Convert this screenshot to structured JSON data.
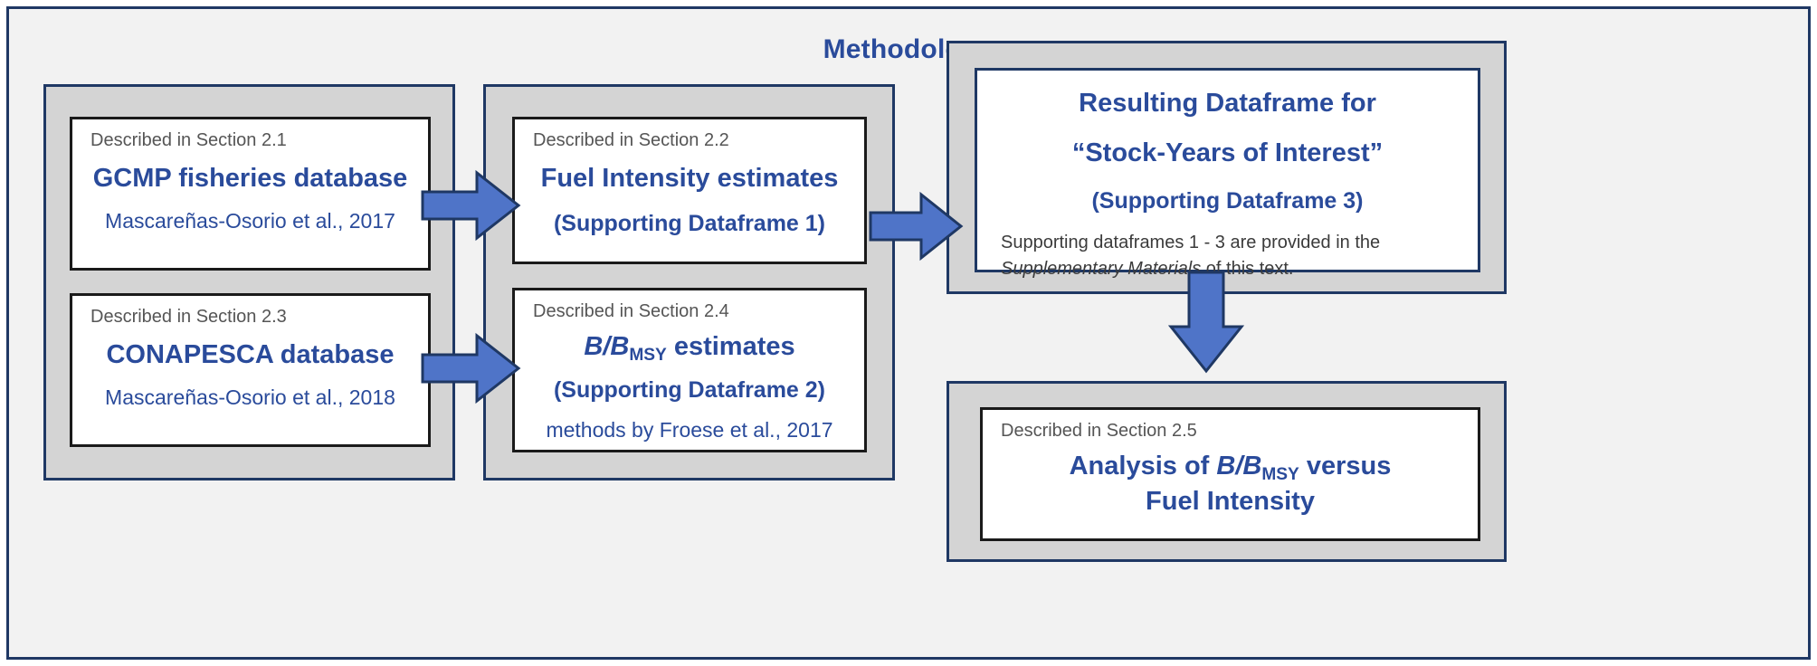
{
  "diagram": {
    "title": "Methodology",
    "accent_navy": "#1f3864",
    "accent_blue": "#2a4b9b",
    "arrow_fill": "#4f74c8",
    "panel_grey": "#d4d4d4",
    "canvas_bg": "#f2f2f2"
  },
  "inputs_group": {
    "gcmp_card": {
      "section": "Described in Section 2.1",
      "title": "GCMP fisheries database",
      "citation": "Mascareñas-Osorio et al., 2017"
    },
    "conapesca_card": {
      "section": "Described in Section 2.3",
      "title": "CONAPESCA database",
      "citation": "Mascareñas-Osorio et al., 2018"
    }
  },
  "estimates_group": {
    "fuel_card": {
      "section": "Described in Section 2.2",
      "title": "Fuel Intensity estimates",
      "subtitle": "(Supporting Dataframe 1)"
    },
    "bbmsy_card": {
      "section": "Described in Section 2.4",
      "title_prefix": "B/B",
      "title_subscript": "MSY",
      "title_suffix": " estimates",
      "subtitle": "(Supporting Dataframe 2)",
      "method_note": "methods by Froese et al., 2017"
    }
  },
  "results_group": {
    "dataframe_card": {
      "title_line1": "Resulting Dataframe for",
      "title_line2": "“Stock-Years of Interest”",
      "subtitle": "(Supporting Dataframe 3)",
      "note_part1": "Supporting dataframes 1 - 3 are provided in the ",
      "note_italic": "Supplementary Materials",
      "note_part2": " of this text."
    }
  },
  "analysis_group": {
    "analysis_card": {
      "section": "Described in Section 2.5",
      "title_prefix": "Analysis of ",
      "title_math_prefix": "B/B",
      "title_subscript": "MSY",
      "title_suffix": " versus",
      "title_line2": "Fuel Intensity"
    }
  },
  "arrows": [
    {
      "name": "gcmp-to-fuel",
      "direction": "right"
    },
    {
      "name": "conapesca-to-bbmsy",
      "direction": "right"
    },
    {
      "name": "estimates-to-results",
      "direction": "right"
    },
    {
      "name": "results-to-analysis",
      "direction": "down"
    }
  ]
}
